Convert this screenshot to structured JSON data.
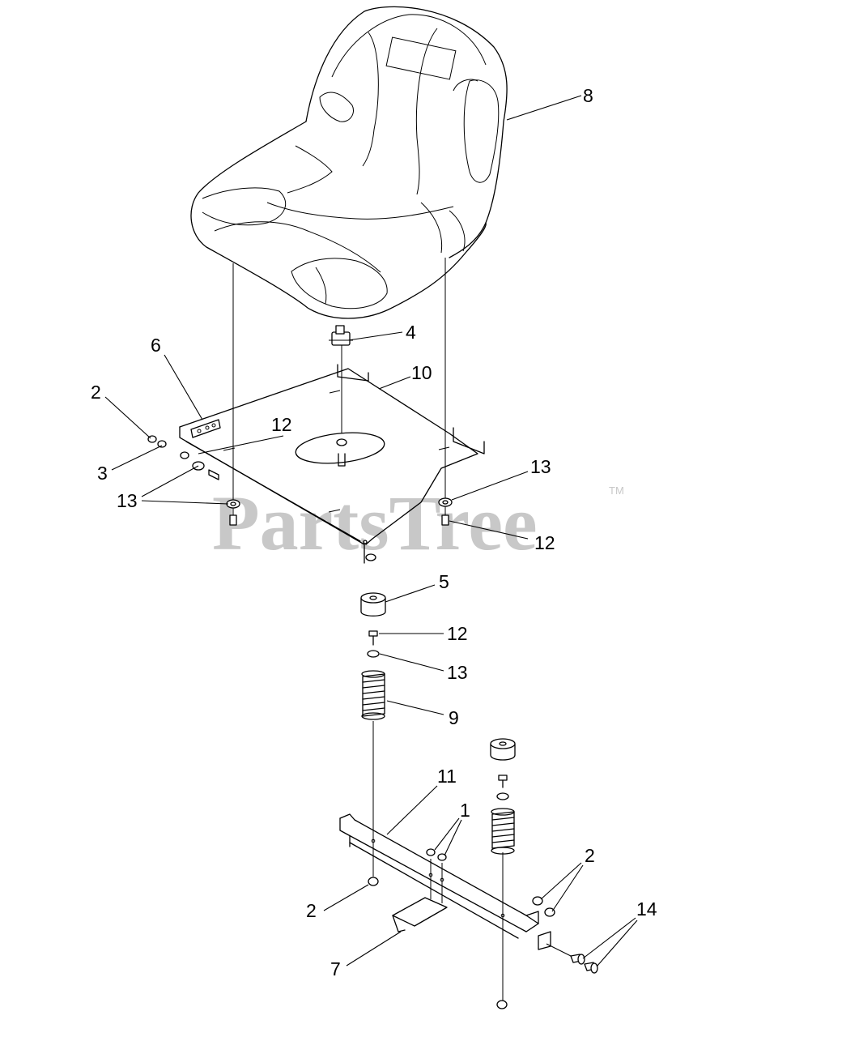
{
  "watermark": {
    "text": "PartsTree",
    "trademark": "TM"
  },
  "callouts": [
    {
      "id": "c8a",
      "label": "8"
    },
    {
      "id": "c4a",
      "label": "4"
    },
    {
      "id": "c10a",
      "label": "10"
    },
    {
      "id": "c6a",
      "label": "6"
    },
    {
      "id": "c2a",
      "label": "2"
    },
    {
      "id": "c3a",
      "label": "3"
    },
    {
      "id": "c12a",
      "label": "12"
    },
    {
      "id": "c13a",
      "label": "13"
    },
    {
      "id": "c13b",
      "label": "13"
    },
    {
      "id": "c12b",
      "label": "12"
    },
    {
      "id": "c5a",
      "label": "5"
    },
    {
      "id": "c12c",
      "label": "12"
    },
    {
      "id": "c13c",
      "label": "13"
    },
    {
      "id": "c9a",
      "label": "9"
    },
    {
      "id": "c11a",
      "label": "11"
    },
    {
      "id": "c1a",
      "label": "1"
    },
    {
      "id": "c2b",
      "label": "2"
    },
    {
      "id": "c2c",
      "label": "2"
    },
    {
      "id": "c14a",
      "label": "14"
    },
    {
      "id": "c7a",
      "label": "7"
    }
  ]
}
